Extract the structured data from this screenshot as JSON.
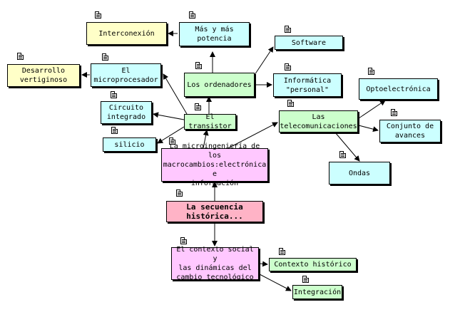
{
  "nodes": {
    "secuencia": "La secuencia\nhistórica...",
    "microingenieria": "La microingeniería de los\nmacrocambios:electrónica e\ninformación",
    "contexto_social": "El contexto social y\nlas dinámicas del\ncambio tecnológico",
    "contexto_historico": "Contexto histórico",
    "integracion": "Integración",
    "transistor": "El transistor",
    "ordenadores": "Los ordenadores",
    "mas_potencia": "Más y más\npotencia",
    "interconexion": "Interconexión",
    "software": "Software",
    "informatica_personal": "Informática\n\"personal\"",
    "microprocesador": "El\nmicroprocesador",
    "desarrollo": "Desarrollo\nvertiginoso",
    "circuito": "Circuito\nintegrado",
    "silicio": "silicio",
    "telecomunicaciones": "Las\ntelecomunicaciones",
    "optoelectronica": "Optoelectrónica",
    "conjunto_avances": "Conjunto de\navances",
    "ondas": "Ondas"
  },
  "colors": {
    "yellow": "#ffffc8",
    "cyan": "#ccffff",
    "green": "#ccffcc",
    "pink": "#ffc8ff",
    "rose": "#ffb3c6"
  },
  "icons": {
    "note": "document-icon"
  }
}
